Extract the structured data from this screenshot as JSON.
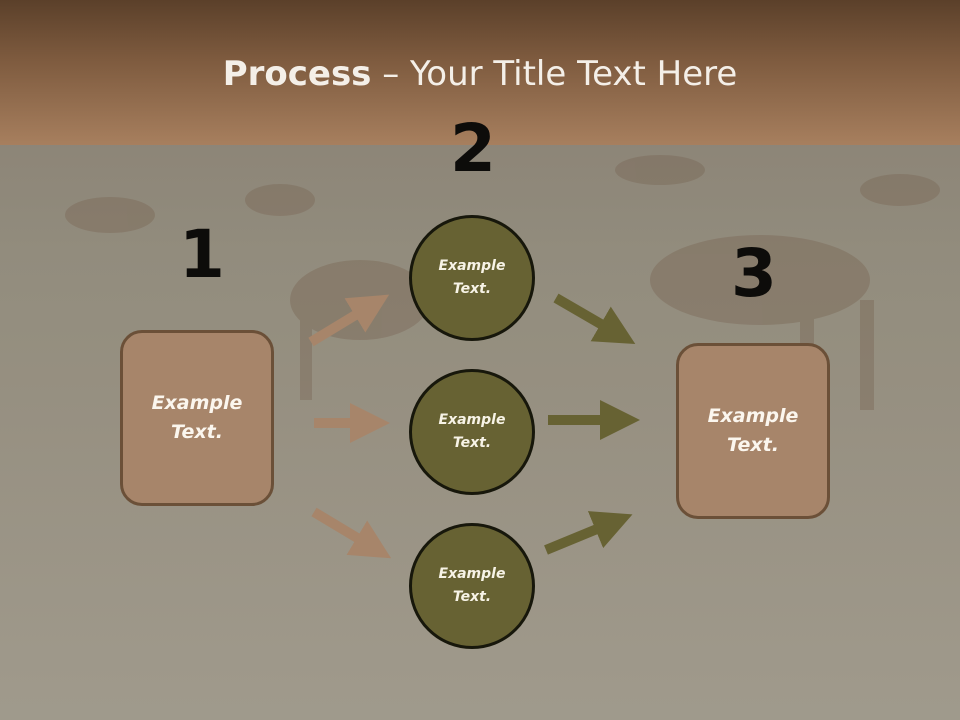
{
  "title": {
    "bold": "Process",
    "rest": " – Your Title Text Here"
  },
  "steps": [
    {
      "number": "1",
      "text": "Example\nText."
    },
    {
      "number": "2"
    },
    {
      "number": "3",
      "text": "Example\nText."
    }
  ],
  "circles": [
    {
      "text": "Example\nText."
    },
    {
      "text": "Example\nText."
    },
    {
      "text": "Example\nText."
    }
  ],
  "colors": {
    "box_fill": "#a7856a",
    "circle_fill": "#676233",
    "left_arrow": "#a7856a",
    "right_arrow": "#676233"
  }
}
